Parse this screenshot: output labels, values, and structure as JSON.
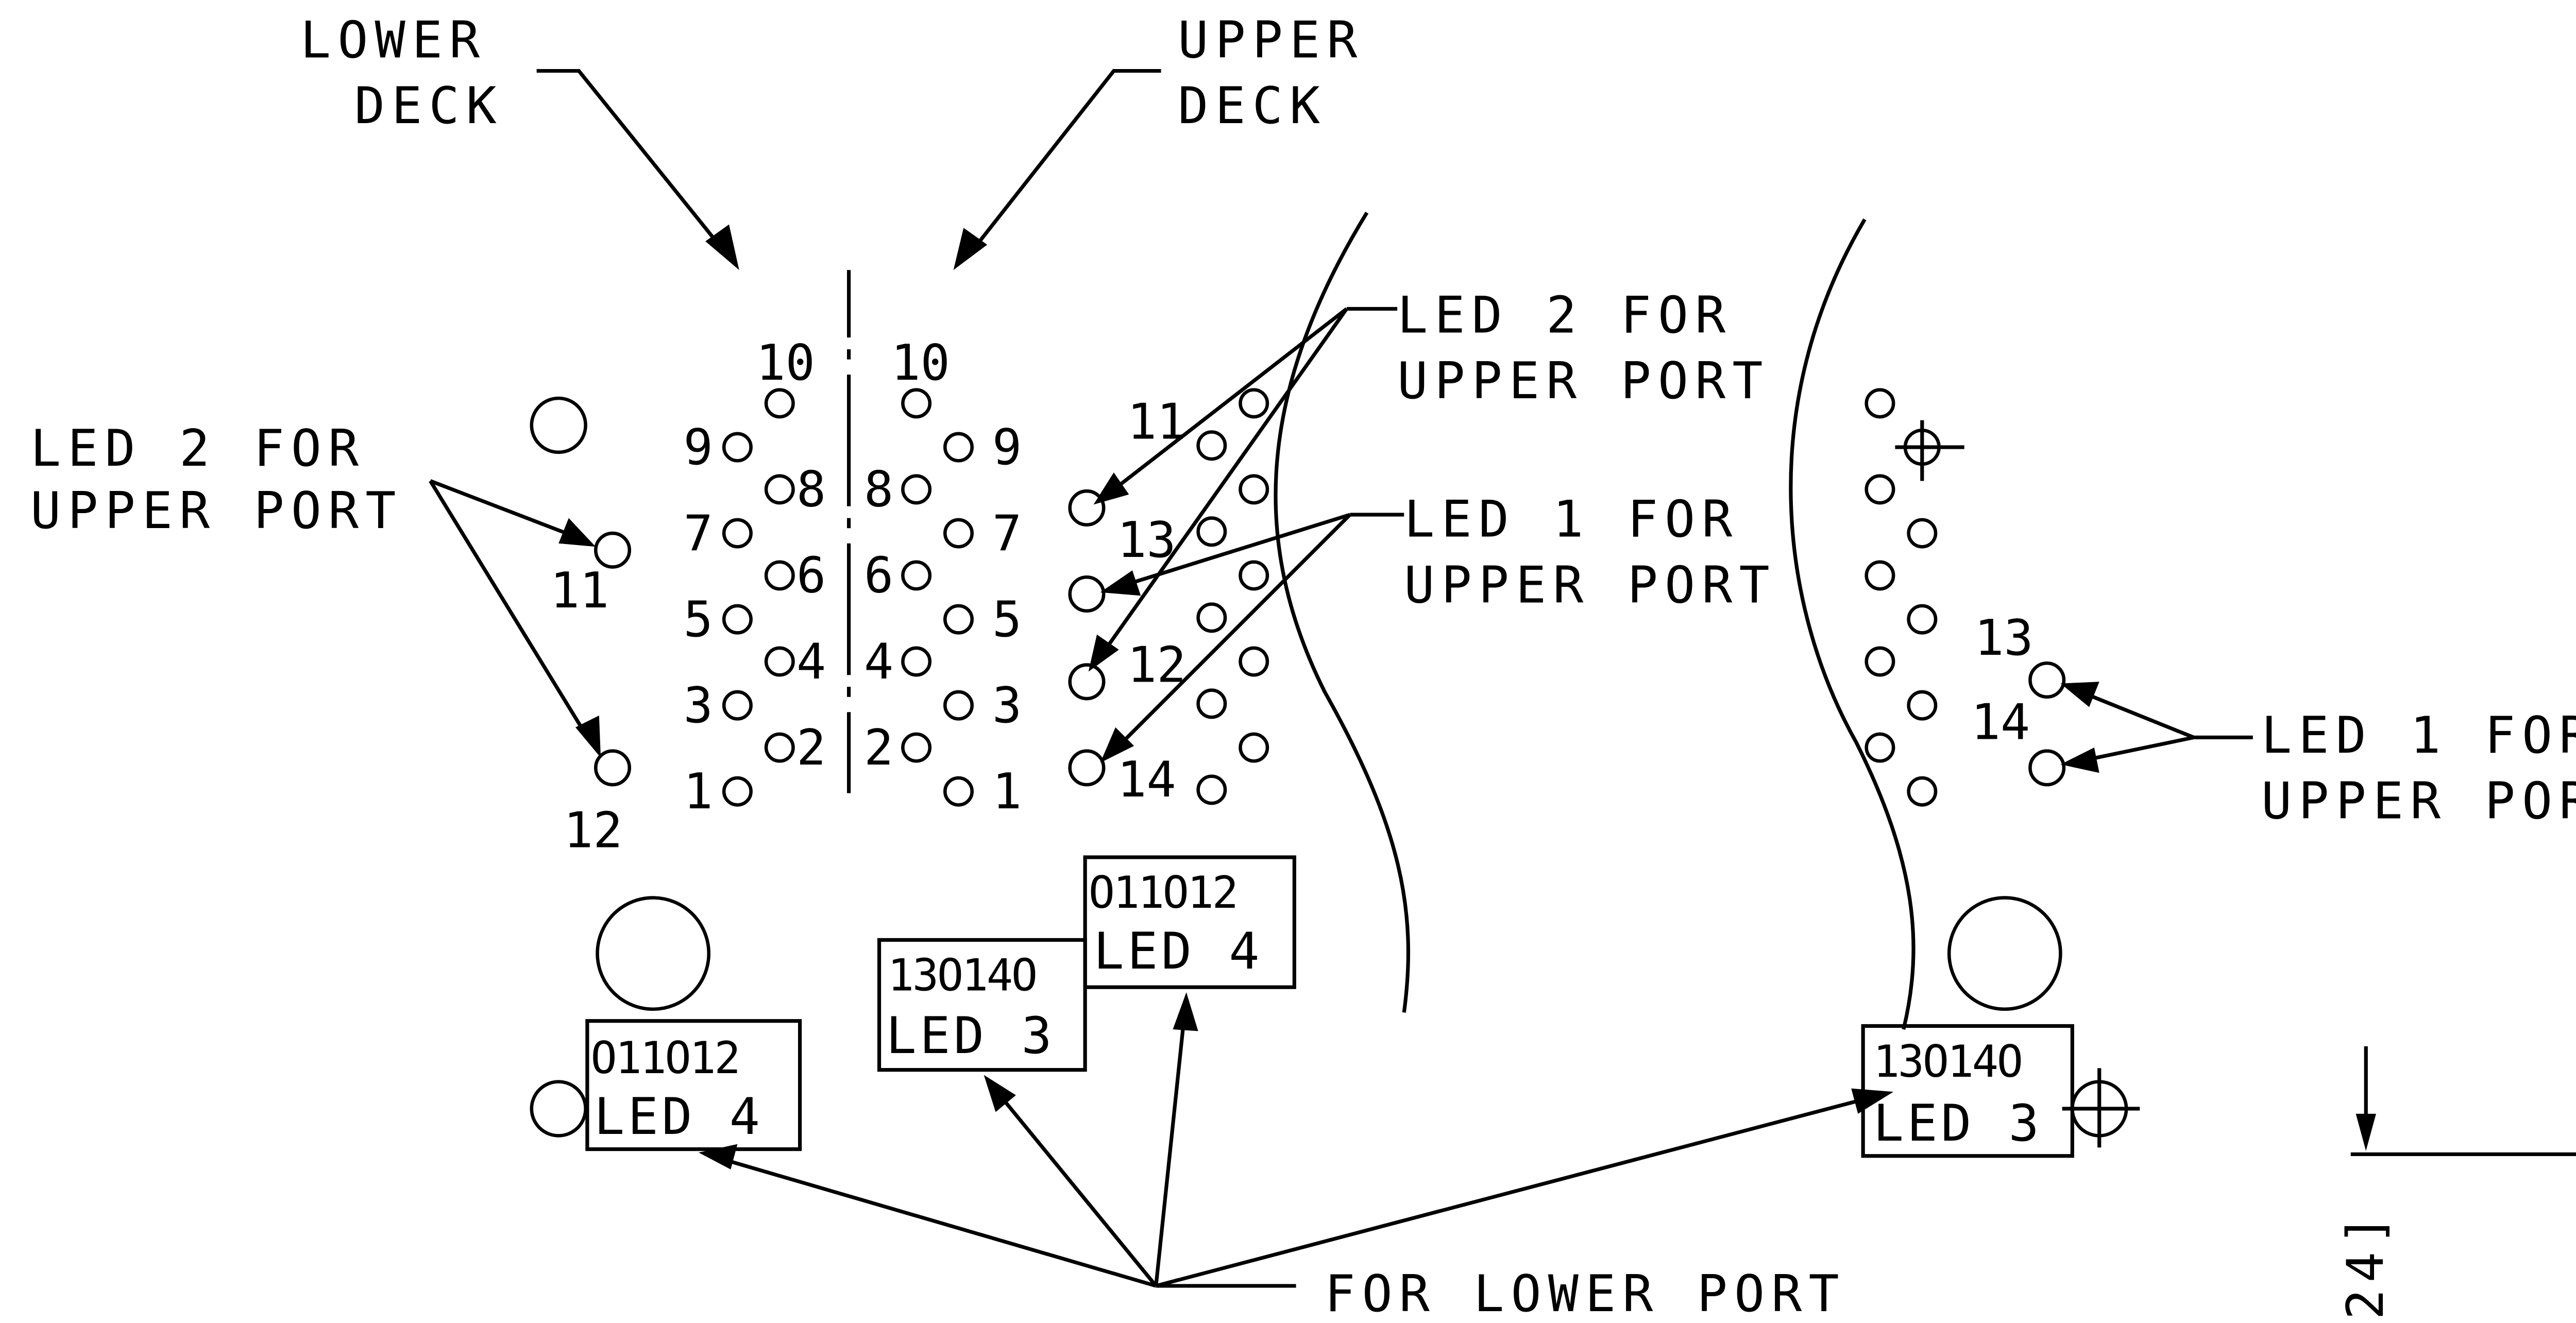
{
  "labels": {
    "lower_deck": [
      "LOWER",
      "DECK"
    ],
    "upper_deck": [
      "UPPER",
      "DECK"
    ],
    "led2_upper_left": [
      "LED 2 FOR",
      "UPPER PORT"
    ],
    "led2_upper_mid": [
      "LED 2 FOR",
      "UPPER PORT"
    ],
    "led1_upper_mid": [
      "LED 1 FOR",
      "UPPER PORT"
    ],
    "led1_upper_right": [
      "LED 1 FOR",
      "UPPER PORT"
    ],
    "for_lower_port": "FOR LOWER PORT",
    "edge_fragment": "24]"
  },
  "pin_numbers": {
    "lower_deck": [
      "10",
      "9",
      "8",
      "7",
      "6",
      "5",
      "4",
      "3",
      "2",
      "1"
    ],
    "upper_deck": [
      "10",
      "9",
      "8",
      "7",
      "6",
      "5",
      "4",
      "3",
      "2",
      "1"
    ],
    "left_led_pins": [
      "11",
      "12"
    ],
    "mid_led_pins": [
      "11",
      "13",
      "12",
      "14"
    ],
    "right_led_pins": [
      "13",
      "14"
    ]
  },
  "boxes": {
    "left_led4": {
      "pins": "O11O12",
      "label": "LED 4"
    },
    "mid_led3": {
      "pins": "13O14O",
      "label": "LED 3"
    },
    "mid_led4": {
      "pins": "O11O12",
      "label": "LED 4"
    },
    "right_led3": {
      "pins": "13O14O",
      "label": "LED 3"
    }
  },
  "colors": {
    "ink": "#000000",
    "paper": "#ffffff"
  }
}
